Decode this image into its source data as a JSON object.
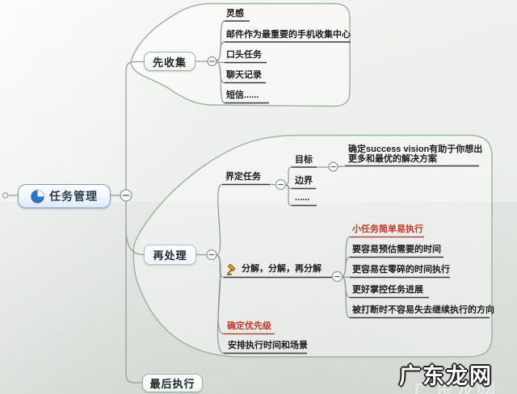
{
  "mindmap": {
    "root": {
      "label": "任务管理",
      "icon": "pie-chart-icon"
    },
    "branch_collect": {
      "label": "先收集",
      "children": [
        "灵感",
        "邮件作为最重要的手机收集中心",
        "口头任务",
        "聊天记录",
        "短信......"
      ]
    },
    "branch_process": {
      "label": "再处理",
      "define_task": {
        "label": "界定任务",
        "goal": {
          "label": "目标",
          "note_line1": "确定success vision有助于你想出",
          "note_line2": "更多和最优的解决方案"
        },
        "boundary": {
          "label": "边界"
        },
        "etc": {
          "label": "......"
        }
      },
      "decompose": {
        "label": "分解，分解，再分解",
        "icon": "hammer-icon",
        "children": [
          "小任务简单易执行",
          "要容易预估需要的时间",
          "更容易在零碎的时间执行",
          "更好掌控任务进展",
          "被打断时不容易失去继续执行的方向"
        ]
      },
      "prioritize": {
        "label": "确定优先级"
      },
      "schedule": {
        "label": "安排执行时间和场景"
      }
    },
    "branch_execute": {
      "label": "最后执行"
    }
  },
  "watermark": {
    "text": "广东龙网"
  },
  "colors": {
    "accent_blue": "#2e74c9",
    "node_blue_border": "#a5c6dd",
    "node_green_border": "#9ab6a1",
    "root_border": "#7f9fc6",
    "boundary_green": "#9cb5a3",
    "connector_gray": "#93a097",
    "underline_dark": "#3a3a3a",
    "underline_red": "#b04a42",
    "red_text": "#c03a2b",
    "hammer_gold": "#dd9a26"
  }
}
